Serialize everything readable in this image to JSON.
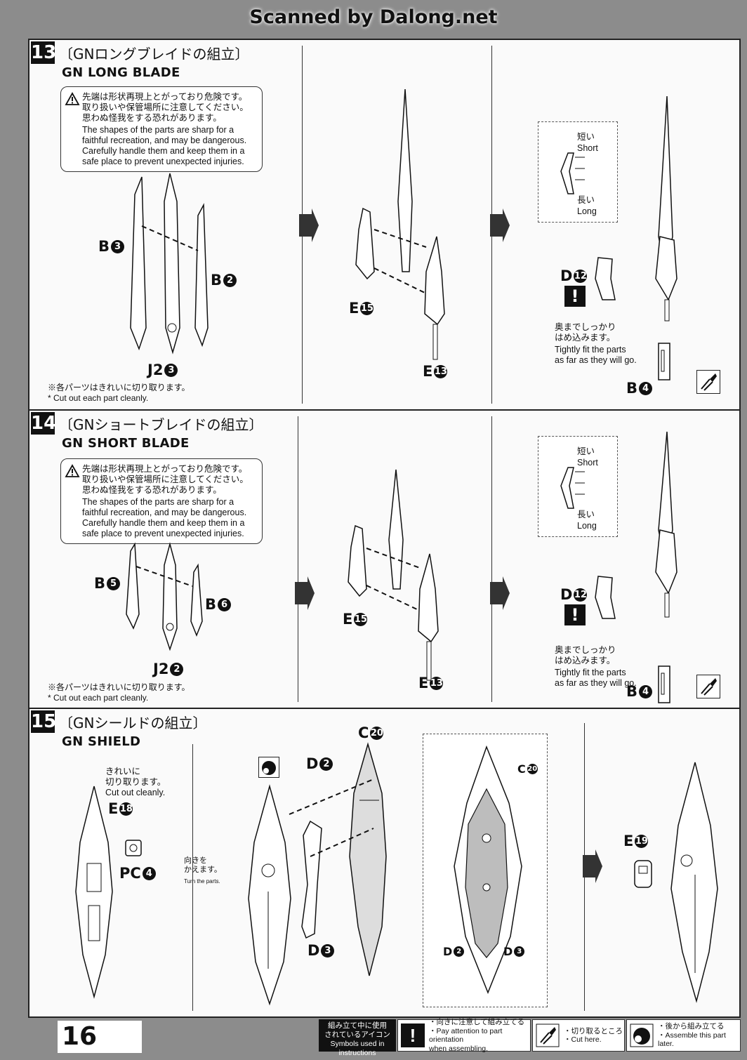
{
  "header": {
    "watermark": "Scanned by Dalong.net"
  },
  "step13": {
    "number": "13",
    "title_jp": "〔GNロングブレイドの組立〕",
    "title_en": "GN LONG BLADE",
    "warning_jp": "先端は形状再現上とがっており危険です。\n取り扱いや保管場所に注意してください。\n思わぬ怪我をする恐れがあります。",
    "warning_en": "The shapes of the parts are sharp for a\nfaithful recreation, and may be dangerous.\nCarefully handle them and keep them in a\nsafe place to prevent unexpected injuries.",
    "parts": {
      "b_left": "B",
      "b_left_num": "3",
      "b_right": "B",
      "b_right_num": "2",
      "j": "J2",
      "j_num": "3",
      "e_mid": "E",
      "e_mid_num": "15",
      "e_bottom": "E",
      "e_bottom_num": "13",
      "d": "D",
      "d_num": "12",
      "b_bottom": "B",
      "b_bottom_num": "4"
    },
    "note_jp": "※各パーツはきれいに切り取ります。",
    "note_en": "* Cut out each part cleanly.",
    "inset": {
      "short_jp": "短い",
      "short_en": "Short",
      "long_jp": "長い",
      "long_en": "Long"
    },
    "fit_jp": "奥までしっかり\nはめ込みます。",
    "fit_en": "Tightly fit the parts\nas far as they will go."
  },
  "step14": {
    "number": "14",
    "title_jp": "〔GNショートブレイドの組立〕",
    "title_en": "GN SHORT BLADE",
    "warning_jp": "先端は形状再現上とがっており危険です。\n取り扱いや保管場所に注意してください。\n思わぬ怪我をする恐れがあります。",
    "warning_en": "The shapes of the parts are sharp for a\nfaithful recreation, and may be dangerous.\nCarefully handle them and keep them in a\nsafe place to prevent unexpected injuries.",
    "parts": {
      "b_left": "B",
      "b_left_num": "5",
      "b_right": "B",
      "b_right_num": "6",
      "j": "J2",
      "j_num": "2",
      "e_mid": "E",
      "e_mid_num": "15",
      "e_bottom": "E",
      "e_bottom_num": "13",
      "d": "D",
      "d_num": "12",
      "b_bottom": "B",
      "b_bottom_num": "4"
    },
    "note_jp": "※各パーツはきれいに切り取ります。",
    "note_en": "* Cut out each part cleanly.",
    "inset": {
      "short_jp": "短い",
      "short_en": "Short",
      "long_jp": "長い",
      "long_en": "Long"
    },
    "fit_jp": "奥までしっかり\nはめ込みます。",
    "fit_en": "Tightly fit the parts\nas far as they will go."
  },
  "step15": {
    "number": "15",
    "title_jp": "〔GNシールドの組立〕",
    "title_en": "GN SHIELD",
    "cut_jp": "きれいに\n切り取ります。",
    "cut_en": "Cut out cleanly.",
    "turn_jp": "向きを\nかえます。",
    "turn_en": "Turn the parts.",
    "parts": {
      "e18": "E",
      "e18_num": "18",
      "pc": "PC",
      "pc_num": "4",
      "c": "C",
      "c_num": "20",
      "d2": "D",
      "d2_num": "2",
      "d3": "D",
      "d3_num": "3",
      "e19": "E",
      "e19_num": "19"
    }
  },
  "footer": {
    "page_number": "16",
    "legend_title": "組み立て中に使用\nされているアイコン\nSymbols used in instructions",
    "legend": [
      {
        "icon": "exclamation-icon",
        "jp": "・向きに注意して組み立てる",
        "en": "・Pay attention to part orientation\n when assembling."
      },
      {
        "icon": "nipper-icon",
        "jp": "・切り取るところ",
        "en": "・Cut here."
      },
      {
        "icon": "later-assemble-icon",
        "jp": "・後から組み立てる",
        "en": "・Assemble this part later."
      }
    ]
  }
}
